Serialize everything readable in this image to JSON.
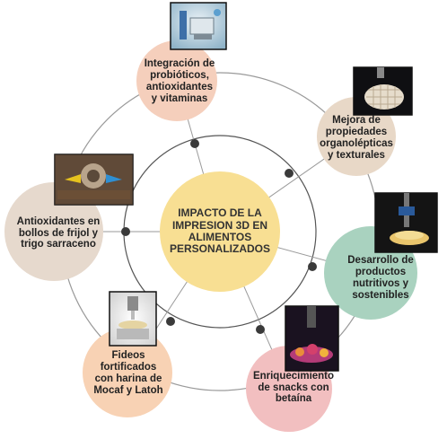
{
  "center": {
    "title": "IMPACTO DE LA\nIMPRESION 3D EN\nALIMENTOS\nPERSONALIZADOS",
    "color": "#f8df93"
  },
  "nodes": [
    {
      "label": "Integración de\nprobióticos,\nantioxidantes\ny vitaminas",
      "color": "#f5cfbc",
      "image": "3d-printer-lab-photo"
    },
    {
      "label": "Mejora de\npropiedades\norganolépticas\ny texturales",
      "color": "#e8d8c7",
      "image": "3d-printed-lattice-food-photo"
    },
    {
      "label": "Desarrollo de\nproductos\nnutritivos y\nsostenibles",
      "color": "#a9d2bf",
      "image": "food-3d-printer-photo"
    },
    {
      "label": "Enriquecimiento\nde snacks con\nbetaína",
      "color": "#f2bfc0",
      "image": "printed-snacks-photo"
    },
    {
      "label": "Fideos\nfortificados\ncon harina de\nMocaf y Latoh",
      "color": "#f8d2b4",
      "image": "noodle-printer-photo"
    },
    {
      "label": "Antioxidantes en\nbollos de frijol y\ntrigo sarraceno",
      "color": "#e6d9cd",
      "image": "bun-printing-nozzle-photo"
    }
  ],
  "colors": {
    "ring_line": "#9a9a9a",
    "dot": "#3a3a3a"
  }
}
